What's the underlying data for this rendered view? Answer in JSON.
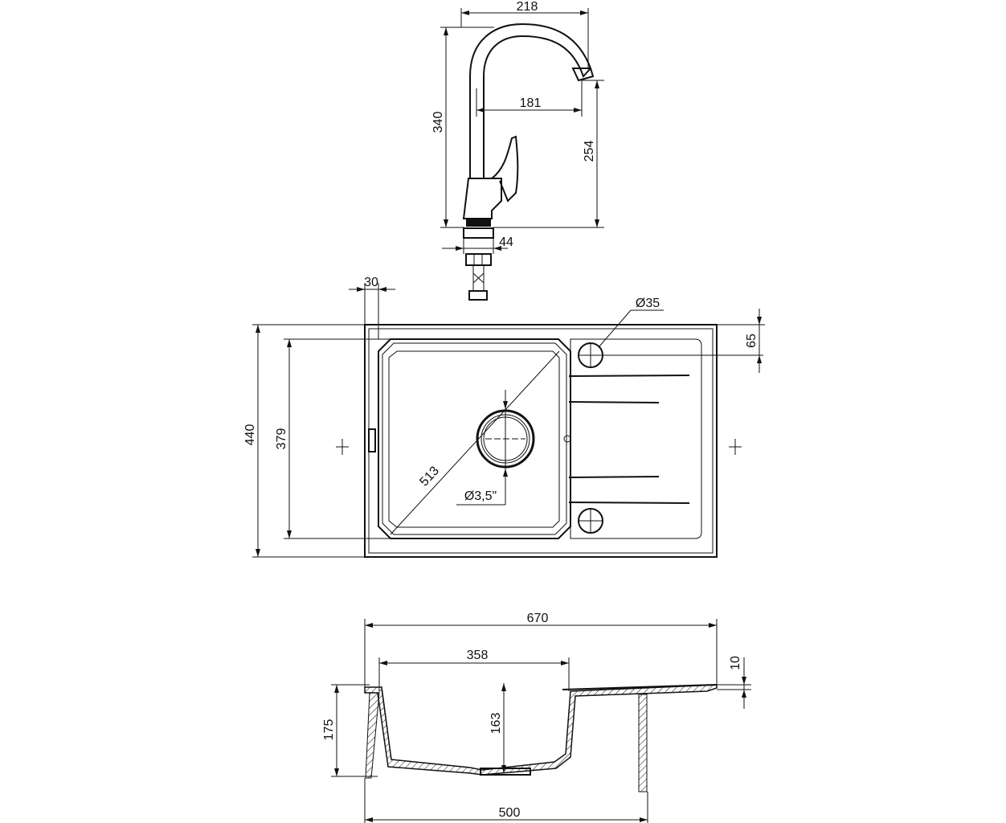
{
  "drawing": {
    "faucet": {
      "width": "218",
      "height": "340",
      "reach": "181",
      "spout_height": "254",
      "base_diameter": "44"
    },
    "top_view": {
      "rim_offset": "30",
      "overall_depth": "440",
      "bowl_depth": "379",
      "bowl_diagonal": "513",
      "drain_diameter": "Ø3,5\"",
      "tap_hole_diameter": "Ø35",
      "tap_hole_offset": "65"
    },
    "side_view": {
      "overall_width": "670",
      "bowl_width": "358",
      "rim_thickness": "10",
      "sink_height": "175",
      "bowl_height": "163",
      "cabinet_width": "500"
    }
  }
}
